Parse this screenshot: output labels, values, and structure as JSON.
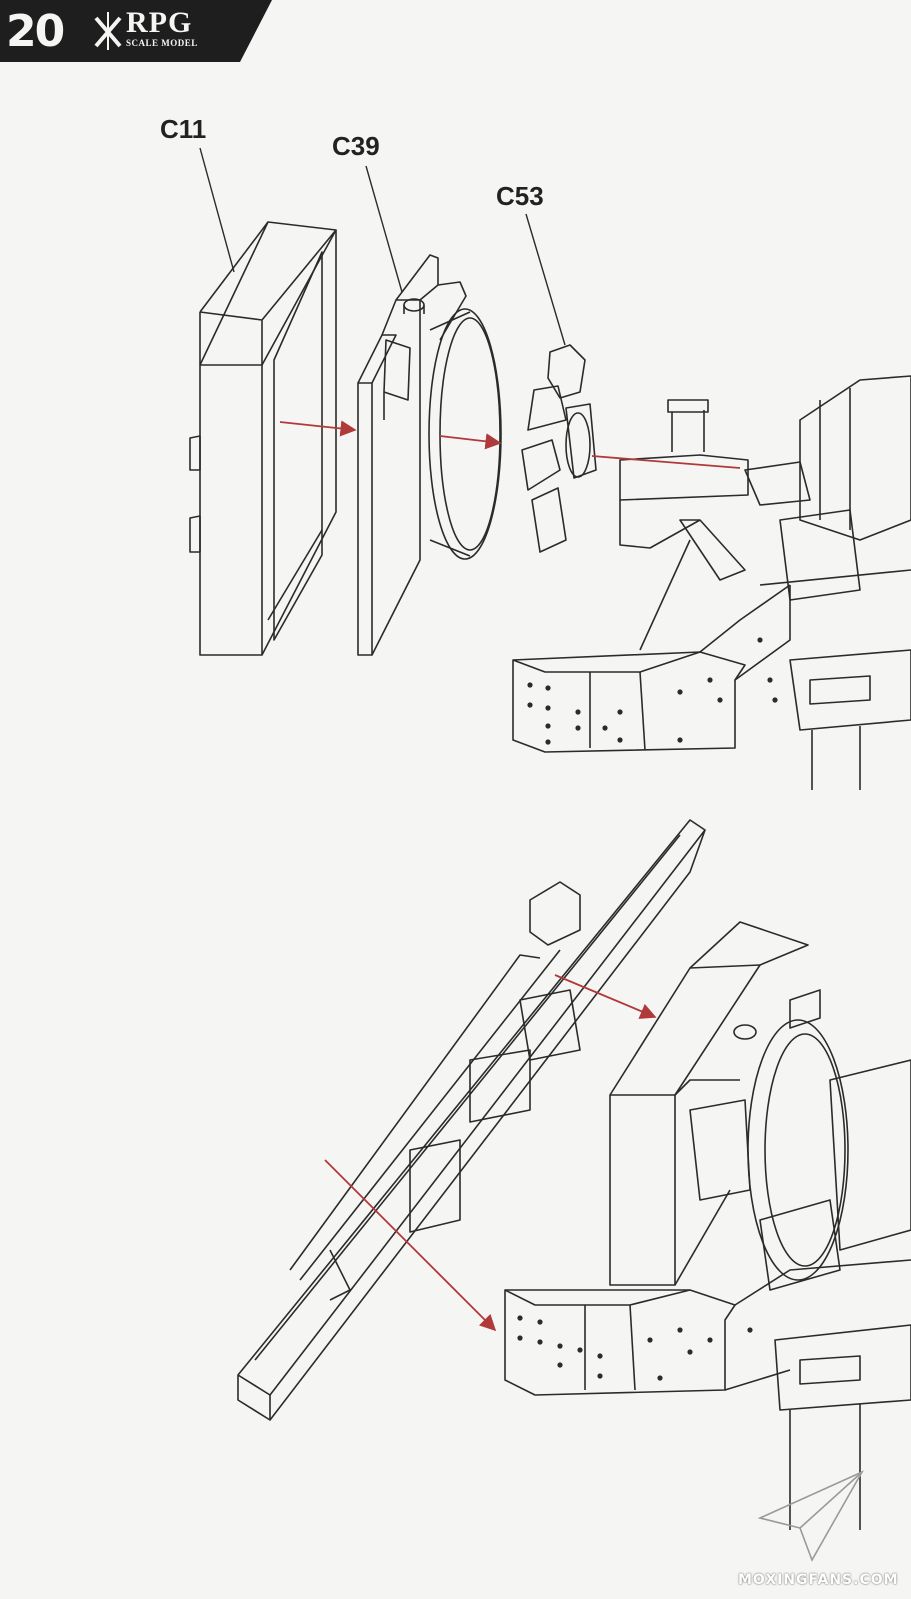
{
  "header": {
    "step_number": "20",
    "brand": "RPG",
    "brand_subtitle": "SCALE MODEL"
  },
  "parts": {
    "c11": "C11",
    "c39": "C39",
    "c53": "C53"
  },
  "watermark": {
    "text": "MOXINGFANS.COM"
  },
  "colors": {
    "line": "#2b2b2b",
    "arrow": "#b0393a",
    "header_bg": "#1e1e1e",
    "paper": "#f5f5f3"
  }
}
